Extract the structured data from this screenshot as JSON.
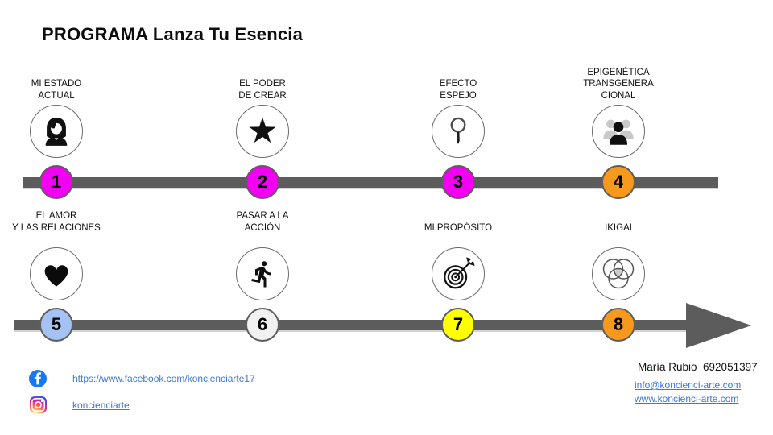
{
  "title": "PROGRAMA Lanza Tu Esencia",
  "steps": [
    {
      "number": "1",
      "label": "MI ESTADO\nACTUAL",
      "icon": "woman-avatar-icon",
      "badge_color": "#F100F1"
    },
    {
      "number": "2",
      "label": "EL PODER\nDE CREAR",
      "icon": "star-icon",
      "badge_color": "#F100F1"
    },
    {
      "number": "3",
      "label": "EFECTO\nESPEJO",
      "icon": "magnifier-icon",
      "badge_color": "#F100F1"
    },
    {
      "number": "4",
      "label": "EPIGENÉTICA\nTRANSGENERA\nCIONAL",
      "icon": "group-icon",
      "badge_color": "#F7991C"
    },
    {
      "number": "5",
      "label": "EL AMOR\nY LAS RELACIONES",
      "icon": "heart-icon",
      "badge_color": "#A4C2F4"
    },
    {
      "number": "6",
      "label": "PASAR A LA\nACCIÓN",
      "icon": "runner-icon",
      "badge_color": "#F1F1F1"
    },
    {
      "number": "7",
      "label": "MI PROPÓSITO",
      "icon": "target-dart-icon",
      "badge_color": "#FFFF00"
    },
    {
      "number": "8",
      "label": "IKIGAI",
      "icon": "ikigai-venn-icon",
      "badge_color": "#F7991C"
    }
  ],
  "footer": {
    "facebook_url": "https://www.facebook.com/koncienciarte17",
    "instagram_handle": "koncienciarte",
    "contact_name": "María Rubio  692051397",
    "email": "info@koncienci-arte.com",
    "website": "www.koncienci-arte.com"
  },
  "colors": {
    "timeline_bar": "#5C5C5C",
    "link_blue": "#3C78D8",
    "facebook_blue": "#1877F2",
    "magenta": "#F100F1",
    "orange": "#F7991C",
    "light_blue": "#A4C2F4",
    "yellow": "#FFFF00",
    "light_gray_badge": "#F1F1F1"
  }
}
